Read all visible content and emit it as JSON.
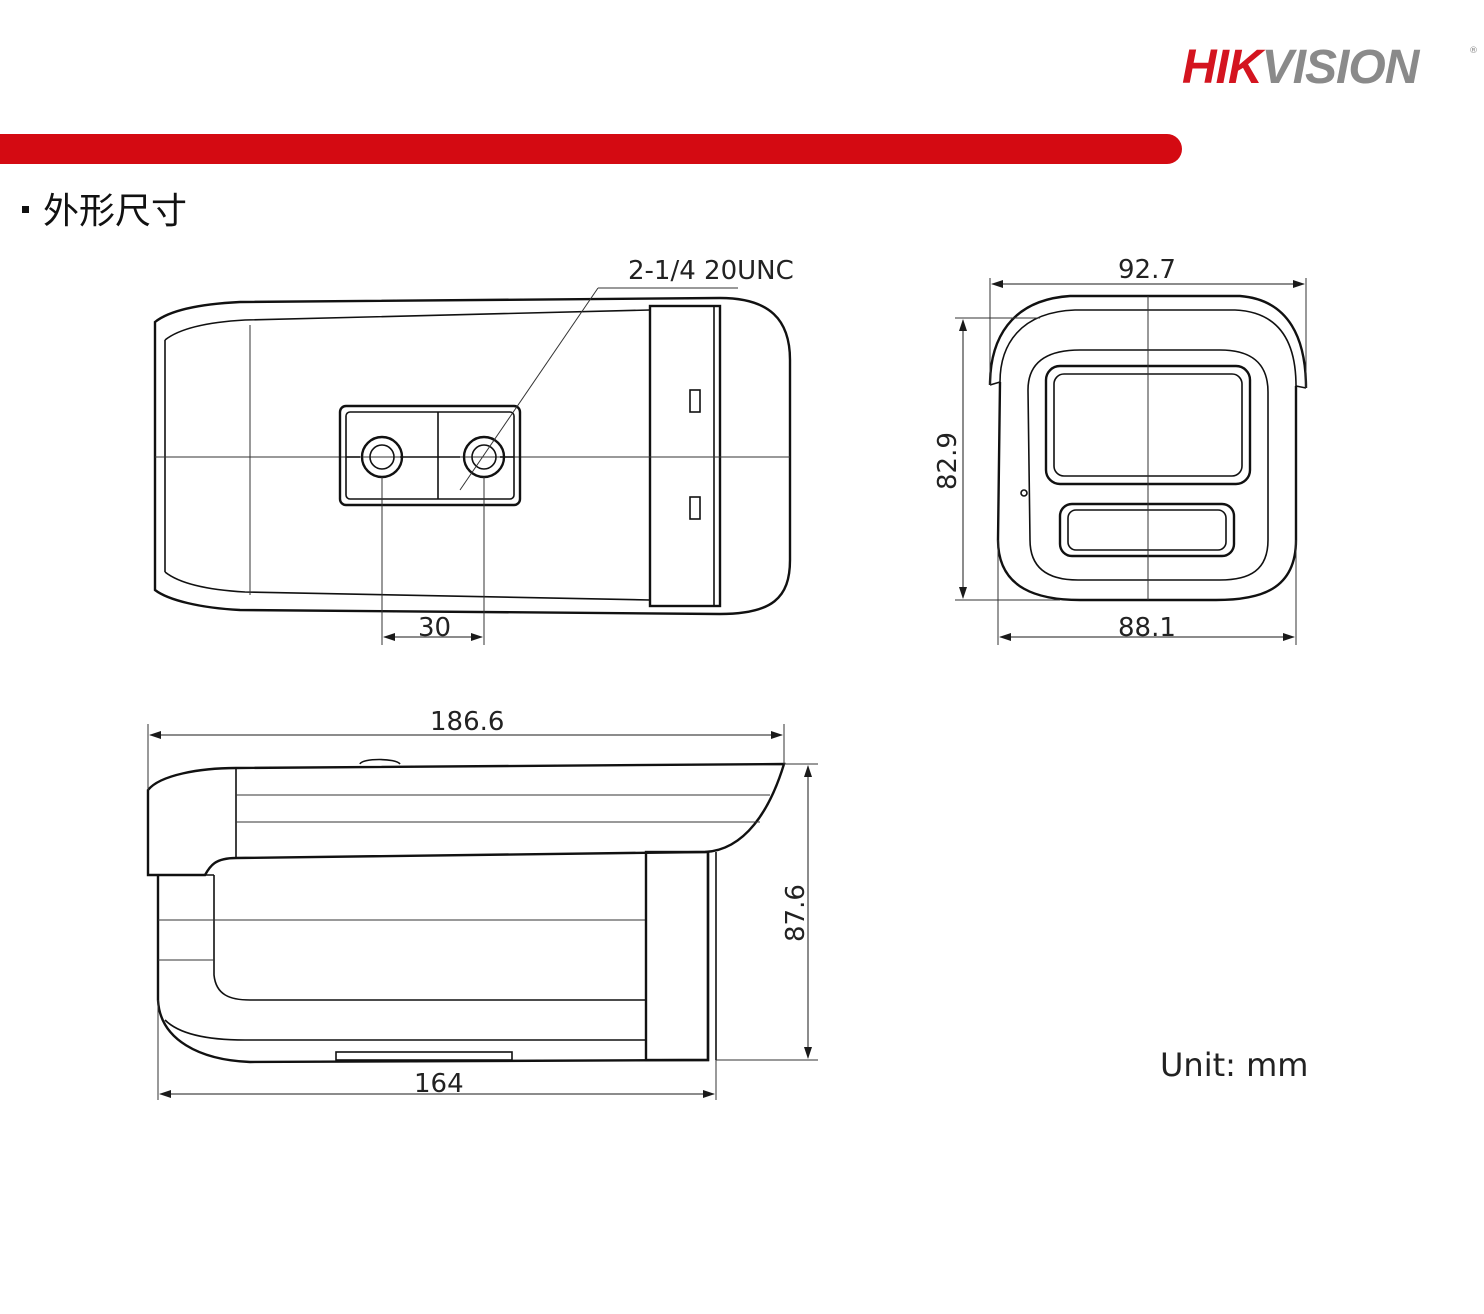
{
  "brand": {
    "name_red": "HIK",
    "name_gray": "VISION",
    "registered": "®",
    "colors": {
      "red": "#d40a12",
      "gray": "#8a8a8a"
    }
  },
  "section": {
    "title": "外形尺寸"
  },
  "dimensions": {
    "thread": "2-1/4 20UNC",
    "mount_spacing": "30",
    "front_width_top": "92.7",
    "front_height": "82.9",
    "front_width_bottom": "88.1",
    "side_length_total": "186.6",
    "side_height": "87.6",
    "side_length_body": "164"
  },
  "unit": "Unit: mm"
}
